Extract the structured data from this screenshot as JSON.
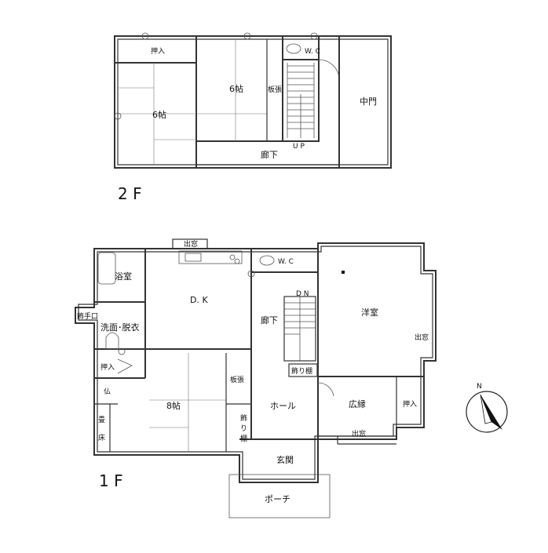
{
  "floors": {
    "second": {
      "label": "2 F",
      "rooms": {
        "oshiire": "押入",
        "room6a": "6帖",
        "room6b": "6帖",
        "itabari": "板張",
        "wc": "W. C",
        "nakamon": "中門",
        "roka": "廊下",
        "up": "U P"
      }
    },
    "first": {
      "label": "1 F",
      "rooms": {
        "demado_top": "出窓",
        "yokushitsu": "浴室",
        "wc": "W. C",
        "dk": "D. K",
        "yoshitsu": "洋室",
        "dn": "D N",
        "roka": "廊下",
        "temizuguchi": "飾手口",
        "senmen": "洗面･脱衣",
        "demado_right": "出窓",
        "kazaridana": "飾り棚",
        "oshiire_left": "押入",
        "itabari": "板張",
        "butsu": "仏",
        "room8": "8帖",
        "hall": "ホール",
        "hiroen": "広縁",
        "oshiire_right": "押入",
        "tatami": "畳",
        "toko": "床",
        "kazari_v1": "飾",
        "kazari_v2": "り",
        "kazari_v3": "棚",
        "demado_bottom": "出窓",
        "genkan": "玄関",
        "porch": "ポーチ"
      }
    },
    "compass": {
      "north": "N"
    }
  }
}
